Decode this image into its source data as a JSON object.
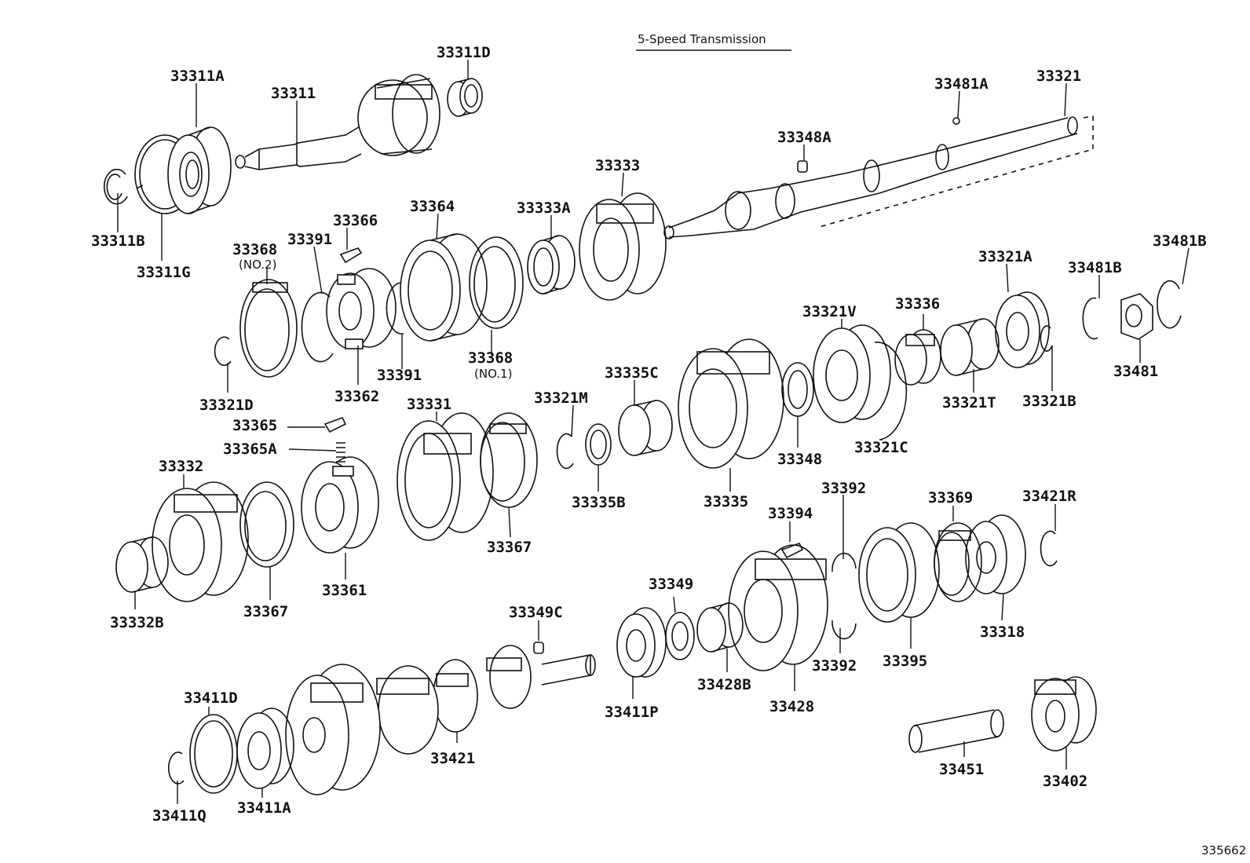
{
  "title": "5-Speed Transmission",
  "doc_id": "335662",
  "parts": {
    "p33311A": "33311A",
    "p33311": "33311",
    "p33311D": "33311D",
    "p33311B": "33311B",
    "p33311G": "33311G",
    "p33481A": "33481A",
    "p33321": "33321",
    "p33348A": "33348A",
    "p33333": "33333",
    "p33333A": "33333A",
    "p33364": "33364",
    "p33366": "33366",
    "p33368_2": "33368",
    "p33368_2_note": "(NO.2)",
    "p33391_a": "33391",
    "p33368_1": "33368",
    "p33368_1_note": "(NO.1)",
    "p33391_b": "33391",
    "p33362": "33362",
    "p33321D": "33321D",
    "p33321A": "33321A",
    "p33481B_a": "33481B",
    "p33481B_b": "33481B",
    "p33481": "33481",
    "p33336": "33336",
    "p33321V": "33321V",
    "p33321T": "33321T",
    "p33321B": "33321B",
    "p33321C": "33321C",
    "p33348": "33348",
    "p33335C": "33335C",
    "p33335": "33335",
    "p33321M": "33321M",
    "p33335B": "33335B",
    "p33331": "33331",
    "p33365": "33365",
    "p33365A": "33365A",
    "p33367_a": "33367",
    "p33332": "33332",
    "p33367_b": "33367",
    "p33361": "33361",
    "p33332B": "33332B",
    "p33392_a": "33392",
    "p33394": "33394",
    "p33369": "33369",
    "p33421R": "33421R",
    "p33318": "33318",
    "p33395": "33395",
    "p33392_b": "33392",
    "p33349": "33349",
    "p33349C": "33349C",
    "p33428B": "33428B",
    "p33428": "33428",
    "p33411P": "33411P",
    "p33421": "33421",
    "p33411D": "33411D",
    "p33411A": "33411A",
    "p33411Q": "33411Q",
    "p33451": "33451",
    "p33402": "33402"
  }
}
